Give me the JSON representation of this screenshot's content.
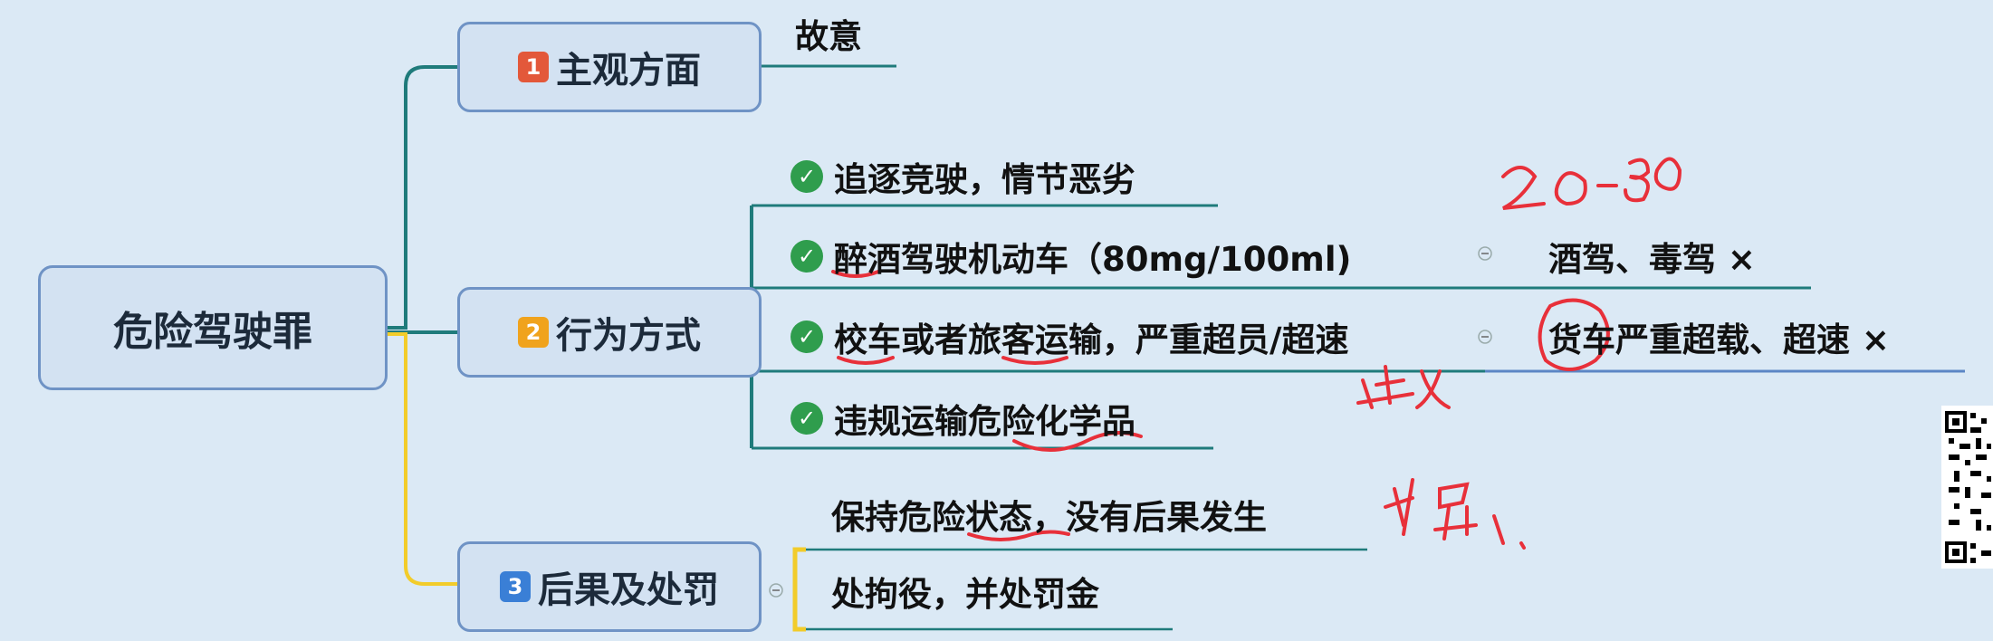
{
  "root": {
    "label": "危险驾驶罪"
  },
  "branches": [
    {
      "num": "1",
      "label": "主观方面",
      "color": "#e3583a"
    },
    {
      "num": "2",
      "label": "行为方式",
      "color": "#f0a31d"
    },
    {
      "num": "3",
      "label": "后果及处罚",
      "color": "#3a7fd6"
    }
  ],
  "subjective": {
    "items": [
      "故意"
    ]
  },
  "behavior": {
    "items": [
      "追逐竞驶，情节恶劣",
      "醉酒驾驶机动车（80mg/100ml)",
      "校车或者旅客运输，严重超员/超速",
      "违规运输危险化学品"
    ],
    "sub_notes": [
      "酒驾、毒驾 ×",
      "货车严重超载、超速 ×"
    ]
  },
  "consequence": {
    "items": [
      "保持危险状态，没有后果发生",
      "处拘役，并处罚金"
    ]
  },
  "colors": {
    "background": "#dbe9f5",
    "node_fill": "#d3e2f2",
    "node_border": "#6f93c5",
    "connector_teal": "#1f7b7b",
    "connector_yellow": "#f2cc2a",
    "ink_red": "#e8303a",
    "check_green": "#2f9d4d"
  }
}
